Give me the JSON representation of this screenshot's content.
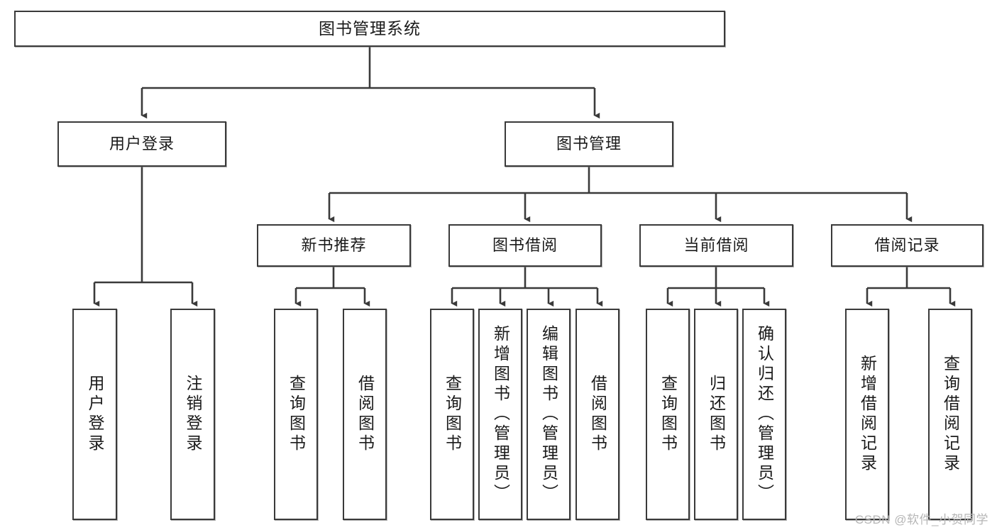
{
  "diagram": {
    "title_node": {
      "label": "图书管理系统"
    },
    "level2": [
      {
        "label": "用户登录"
      },
      {
        "label": "图书管理"
      }
    ],
    "level3": [
      {
        "label": "新书推荐"
      },
      {
        "label": "图书借阅"
      },
      {
        "label": "当前借阅"
      },
      {
        "label": "借阅记录"
      }
    ],
    "leaves": {
      "user_login": [
        {
          "label": "用户登录"
        },
        {
          "label": "注销登录"
        }
      ],
      "new_book_recommend": [
        {
          "label": "查询图书"
        },
        {
          "label": "借阅图书"
        }
      ],
      "book_borrow": [
        {
          "label": "查询图书"
        },
        {
          "label": "新增图书（管理员）"
        },
        {
          "label": "编辑图书（管理员）"
        },
        {
          "label": "借阅图书"
        }
      ],
      "current_borrow": [
        {
          "label": "查询图书"
        },
        {
          "label": "归还图书"
        },
        {
          "label": "确认归还（管理员）"
        }
      ],
      "borrow_record": [
        {
          "label": "新增借阅记录"
        },
        {
          "label": "查询借阅记录"
        }
      ]
    }
  },
  "watermark": {
    "text": "CSDN @软件_小贺同学"
  },
  "colors": {
    "border": "#3a3a3a",
    "background": "#ffffff",
    "text": "#1a1a1a",
    "watermark": "#b6b6b6"
  }
}
